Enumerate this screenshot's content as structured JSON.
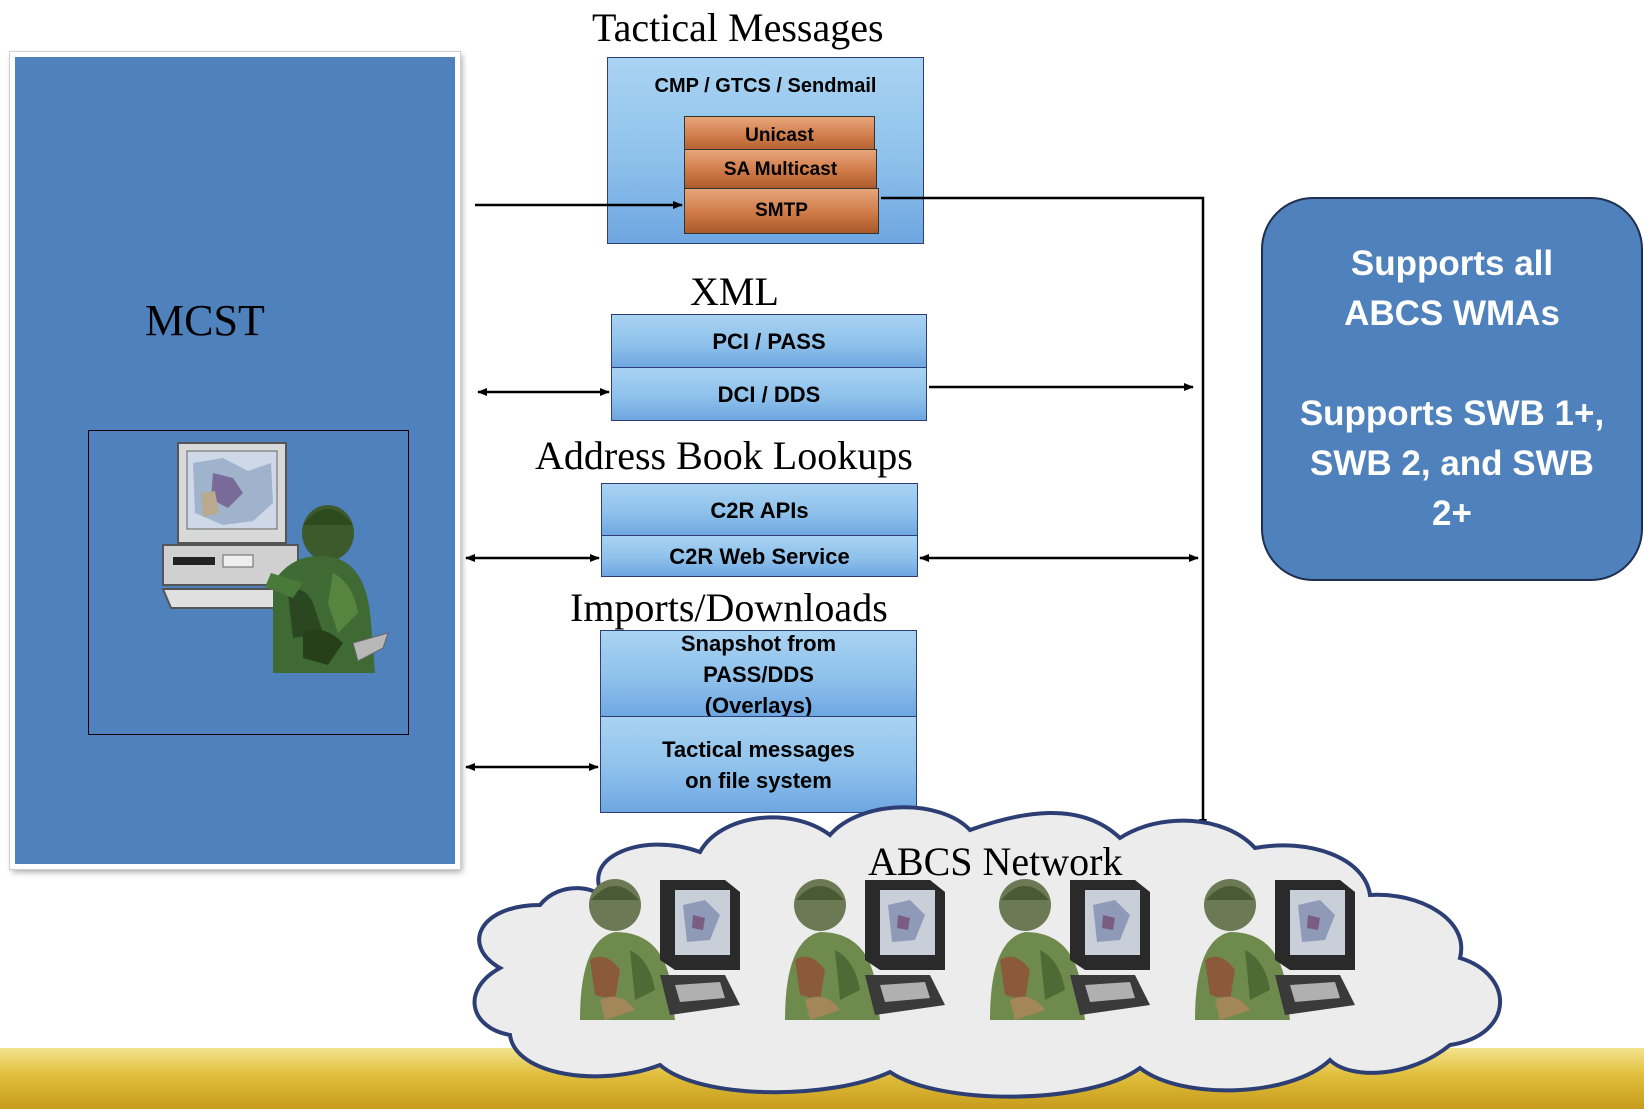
{
  "colors": {
    "panel_blue": "#4f81bd",
    "box_gradient_light": "#a9d3f2",
    "box_gradient_dark": "#6ea6e1",
    "protocol_orange": "#cf7a47",
    "cloud_fill": "#ececec",
    "cloud_stroke": "#2c3e74",
    "footer_gold": "#e0be3c"
  },
  "mcst": {
    "label": "MCST",
    "workstation_icon": "soldier-at-computer-icon"
  },
  "tactical": {
    "title": "Tactical Messages",
    "header": "CMP / GTCS / Sendmail",
    "protocols": [
      "Unicast",
      "SA Multicast",
      "SMTP"
    ]
  },
  "xml": {
    "title": "XML",
    "boxes": [
      "PCI / PASS",
      "DCI / DDS"
    ]
  },
  "address_book": {
    "title": "Address Book Lookups",
    "boxes": [
      "C2R APIs",
      "C2R Web Service"
    ]
  },
  "imports": {
    "title": "Imports/Downloads",
    "boxes": [
      "Snapshot from PASS/DDS (Overlays)",
      "Tactical messages on file system"
    ]
  },
  "supports": {
    "line1": "Supports all ABCS WMAs",
    "line2": "Supports SWB 1+, SWB 2, and SWB 2+"
  },
  "network": {
    "label": "ABCS Network",
    "workstation_icon": "soldier-with-laptop-icon",
    "workstation_count": 4
  }
}
